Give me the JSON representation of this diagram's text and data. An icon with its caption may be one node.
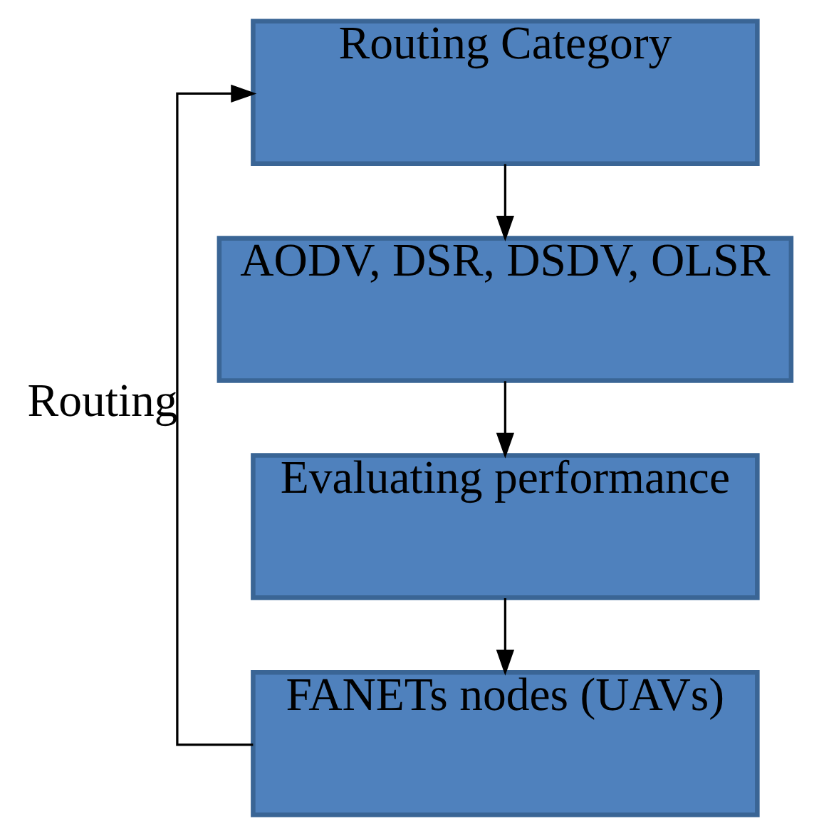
{
  "diagram": {
    "nodes": [
      {
        "text": [
          "Routing Category"
        ]
      },
      {
        "text": [
          "AODV, DSR, DSDV, OLSR"
        ]
      },
      {
        "text": [
          "Evaluating performance"
        ]
      },
      {
        "text": [
          "FANETs nodes (UAVs)"
        ]
      }
    ],
    "edges": [
      {
        "from": 0,
        "to": 1,
        "arrow": "to"
      },
      {
        "from": 1,
        "to": 2,
        "arrow": "to"
      },
      {
        "from": 2,
        "to": 3,
        "arrow": "to"
      },
      {
        "from": 3,
        "to": 0,
        "arrow": "to",
        "label": "Routing"
      }
    ]
  }
}
